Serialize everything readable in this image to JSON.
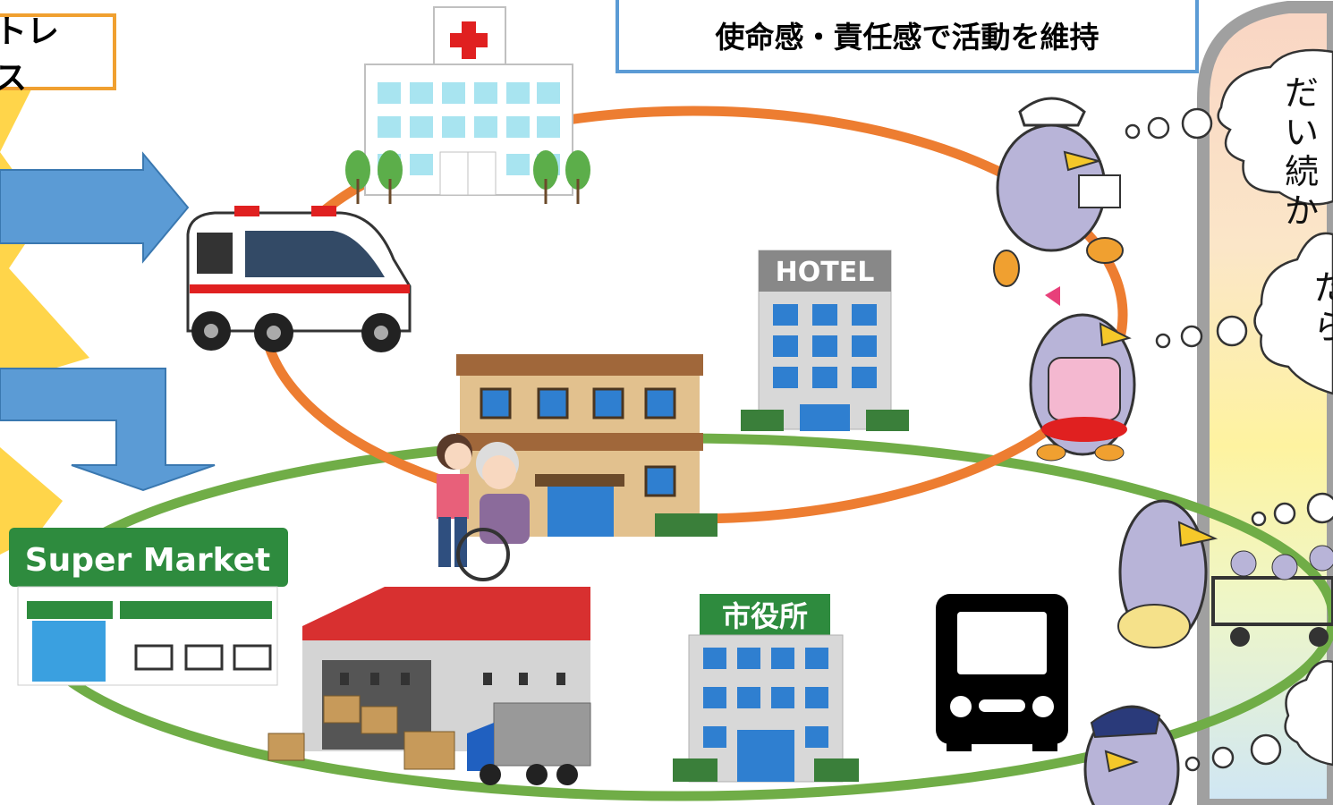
{
  "stress_label": "トレス",
  "title": "使命感・責任感で活動を維持",
  "buildings": {
    "hotel_sign": "HOTEL",
    "supermarket_sign": "Super Market",
    "city_hall_sign": "市役所"
  },
  "thoughts": [
    {
      "line1": "だい",
      "line2": "続か"
    },
    {
      "line1": "た",
      "line2": "ら"
    }
  ],
  "colors": {
    "orange_ring": "#ed7d31",
    "green_ring": "#70ad47",
    "arrow_blue": "#5b9bd5",
    "burst_yellow": "#ffd54a",
    "title_border": "#5b9bd5",
    "stress_border": "#f0a030"
  },
  "icons": [
    "hospital-icon",
    "ambulance-icon",
    "hotel-icon",
    "care-home-icon",
    "caregiver-wheelchair-icon",
    "supermarket-icon",
    "warehouse-icon",
    "delivery-truck-icon",
    "city-hall-icon",
    "bus-icon",
    "bird-delivery-worker-icon",
    "bird-nurse-icon",
    "bird-childcare-icon",
    "bird-police-icon"
  ]
}
